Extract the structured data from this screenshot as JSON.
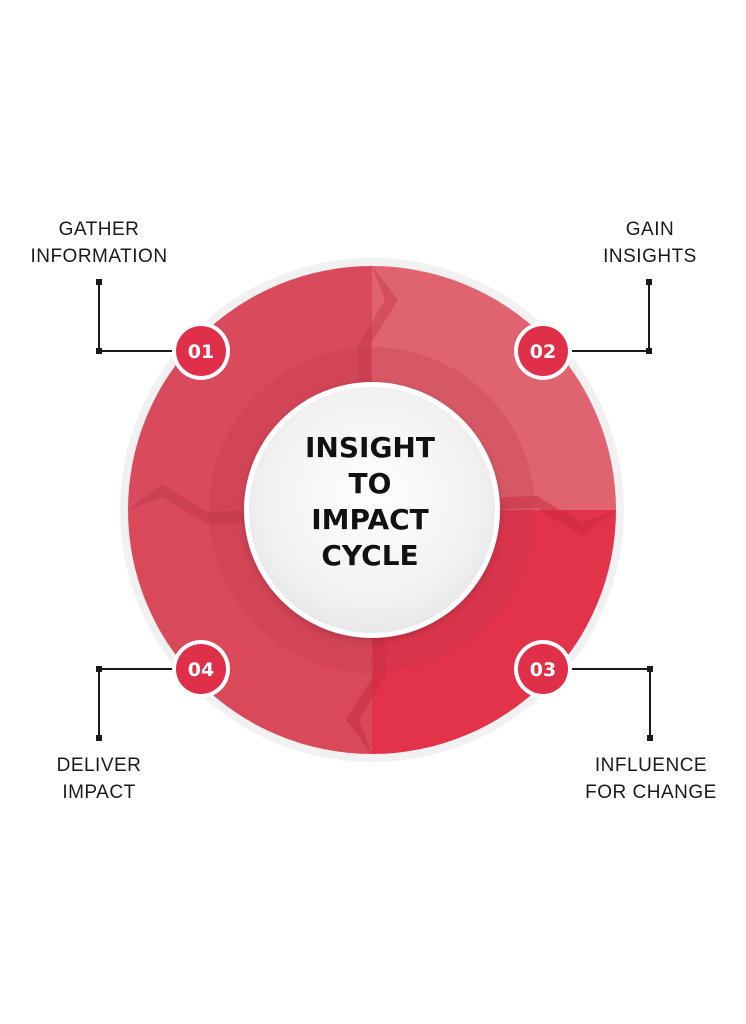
{
  "title_lines": [
    "INSIGHT",
    "TO",
    "IMPACT",
    "CYCLE"
  ],
  "steps": [
    {
      "number": "01",
      "label_lines": [
        "GATHER",
        "INFORMATION"
      ]
    },
    {
      "number": "02",
      "label_lines": [
        "GAIN",
        "INSIGHTS"
      ]
    },
    {
      "number": "03",
      "label_lines": [
        "INFLUENCE",
        "FOR CHANGE"
      ]
    },
    {
      "number": "04",
      "label_lines": [
        "DELIVER",
        "IMPACT"
      ]
    }
  ],
  "colors": {
    "segment_1": "#d84a5c",
    "segment_2": "#e0646f",
    "segment_3": "#e2334b",
    "segment_4": "#d9495a",
    "badge": "#e02f48",
    "connector": "#1a1a1a"
  }
}
